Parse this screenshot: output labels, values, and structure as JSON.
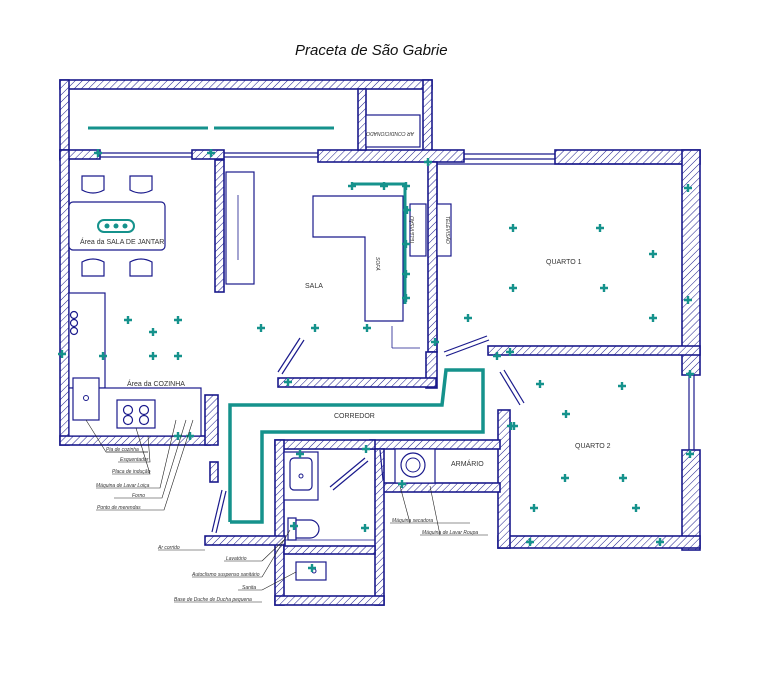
{
  "title": "Praceta de São Gabrie",
  "rooms": {
    "sala": "SALA",
    "quarto1": "QUARTO 1",
    "quarto2": "QUARTO 2",
    "corredor": "CORREDOR",
    "cozinha": "Área da COZINHA",
    "jantar": "Área da SALA DE JANTAR",
    "armario": "ARMÁRIO"
  },
  "callouts": {
    "pia": "Pia de cozinha",
    "esquentador": "Esquentador",
    "placa": "Placa de indução",
    "maquina_loica": "Máquina de Lavar Loiça",
    "forno": "Forno",
    "ponto_merenda": "Ponto de merendas",
    "ar_corrido": "Ar corrido",
    "lavatorio": "Lavatório",
    "sanita": "Sanita",
    "autoclismo": "Autoclismo suspenso sanitário",
    "duche": "Base de Duche de Ducha pequena",
    "maquina_roupa": "Máquina de Lavar Roupa",
    "secadora": "Máquina secadora"
  },
  "colors": {
    "wall": "#1a1a8c",
    "accent": "#15928c",
    "text": "#333333"
  }
}
